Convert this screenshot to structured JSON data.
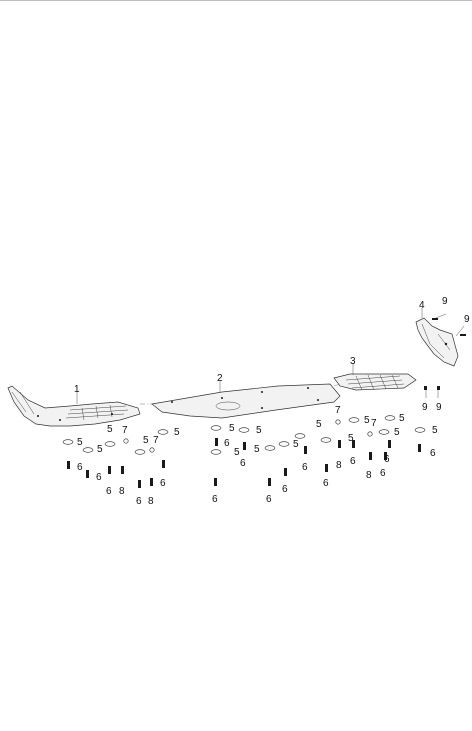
{
  "diagram": {
    "callouts": {
      "part1": "1",
      "part2": "2",
      "part3": "3",
      "part4": "4",
      "washer": "5",
      "bolt": "6",
      "clip": "7",
      "screw8": "8",
      "fastener9": "9"
    }
  }
}
